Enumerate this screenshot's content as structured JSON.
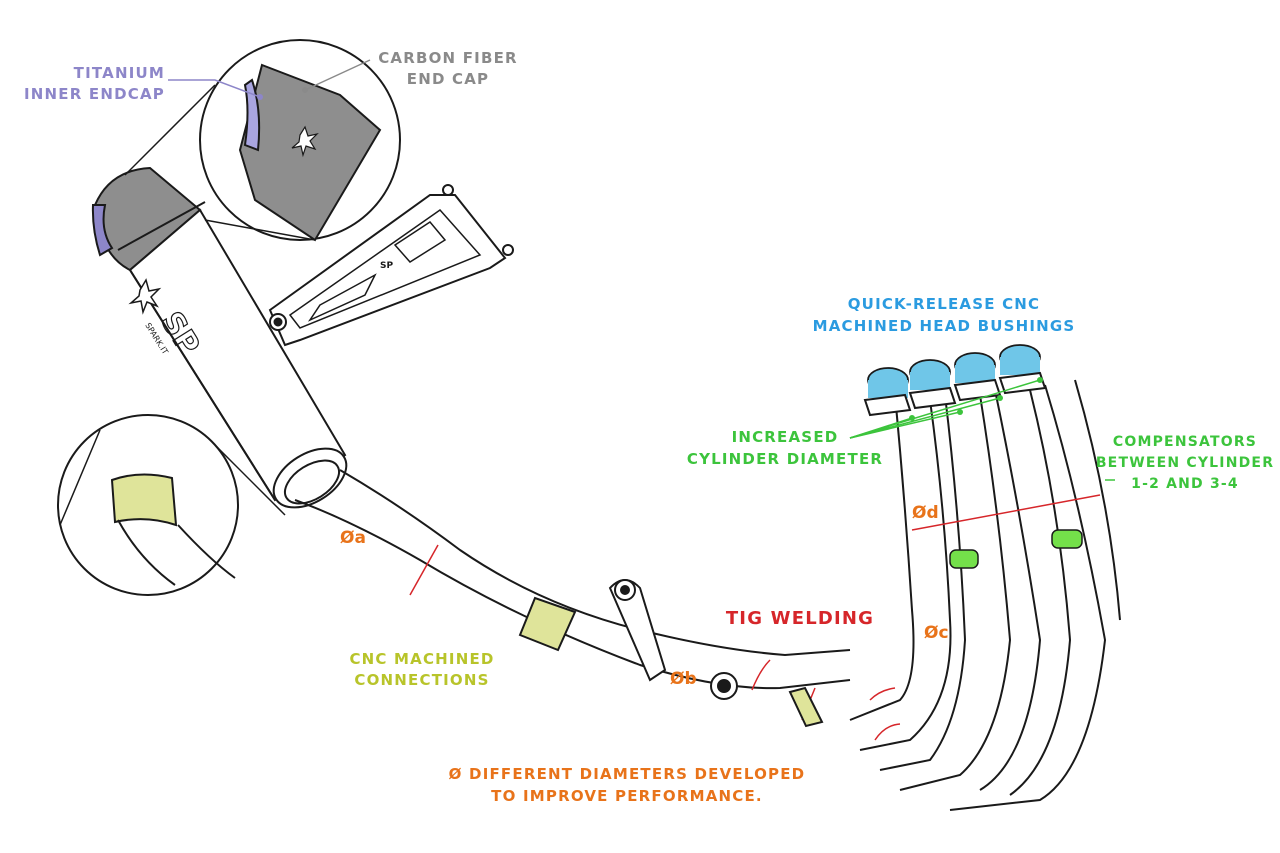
{
  "colors": {
    "titanium": "#8d86c9",
    "carbon": "#8a8a8a",
    "bushing": "#2b9be0",
    "cylinder": "#3cc43c",
    "compensator": "#3cc43c",
    "cnc": "#b8c42a",
    "tig": "#d6262a",
    "diameter": "#e8731a",
    "outline": "#1a1a1a"
  },
  "labels": {
    "titanium_line1": "TITANIUM",
    "titanium_line2": "INNER ENDCAP",
    "carbon_line1": "CARBON FIBER",
    "carbon_line2": "END CAP",
    "bushings_line1": "QUICK-RELEASE CNC",
    "bushings_line2": "MACHINED HEAD BUSHINGS",
    "cylinder_line1": "INCREASED",
    "cylinder_line2": "CYLINDER DIAMETER",
    "compensators_line1": "COMPENSATORS",
    "compensators_line2": "BETWEEN CYLINDER",
    "compensators_line3": "1-2 AND 3-4",
    "tig": "TIG WELDING",
    "cnc_line1": "CNC MACHINED",
    "cnc_line2": "CONNECTIONS",
    "diameters_line1": "Ø DIFFERENT DIAMETERS DEVELOPED",
    "diameters_line2": "TO IMPROVE PERFORMANCE."
  },
  "diameters": {
    "a": "Øa",
    "b": "Øb",
    "c": "Øc",
    "d": "Ød"
  },
  "logos": {
    "brand": "SP",
    "brand_sub": "SPARK.IT"
  },
  "icons": [
    "muffler-illustration",
    "header-pipes-illustration",
    "bracket-illustration",
    "detail-magnifier-icon"
  ]
}
